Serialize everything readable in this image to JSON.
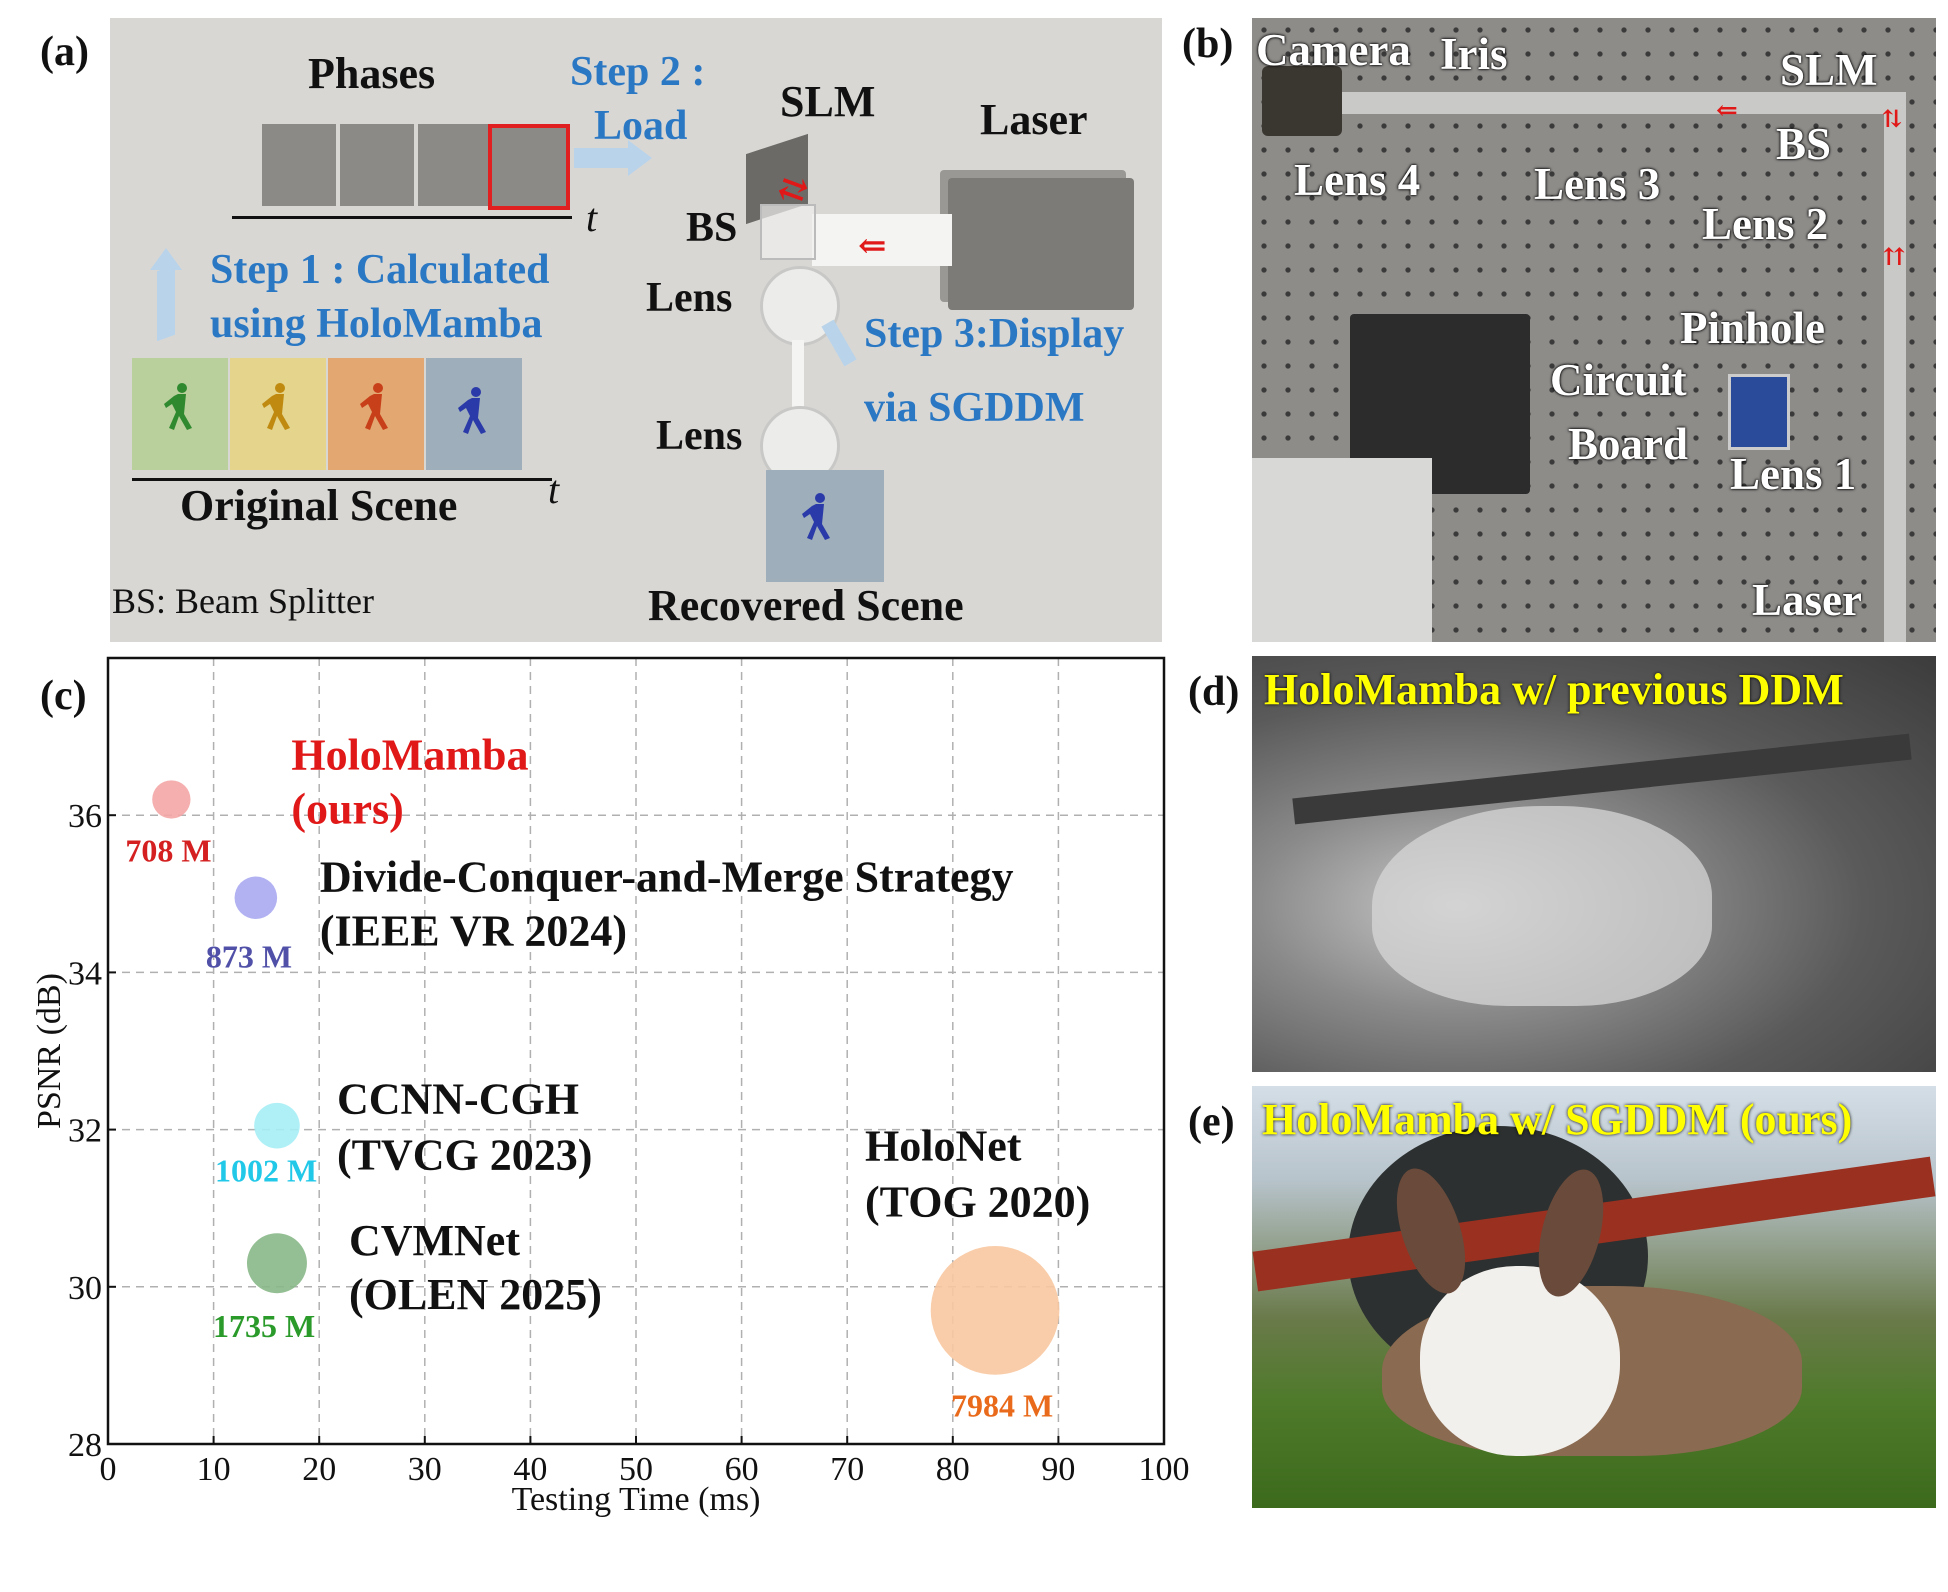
{
  "panels": {
    "a": {
      "label": "(a)",
      "phases_title": "Phases",
      "step2": "Step 2 :",
      "step2_b": "Load",
      "slm": "SLM",
      "laser": "Laser",
      "bs": "BS",
      "lens_top": "Lens",
      "lens_bottom": "Lens",
      "step1_a": "Step  1  : Calculated",
      "step1_b": "using  HoloMamba",
      "step3_a": "Step 3:Display",
      "step3_b": "via SGDDM",
      "original_scene": "Original Scene",
      "recovered_scene": "Recovered Scene",
      "footnote": "BS: Beam Splitter",
      "t_axis": "t"
    },
    "b": {
      "label": "(b)",
      "labels": {
        "camera": "Camera",
        "iris": "Iris",
        "slm": "SLM",
        "bs": "BS",
        "lens4": "Lens 4",
        "lens3": "Lens 3",
        "lens2": "Lens 2",
        "pinhole": "Pinhole",
        "circuit": "Circuit",
        "board": "Board",
        "lens1": "Lens 1",
        "laser": "Laser"
      }
    },
    "c": {
      "label": "(c)"
    },
    "d": {
      "label": "(d)",
      "caption": "HoloMamba w/ previous DDM"
    },
    "e": {
      "label": "(e)",
      "caption": "HoloMamba w/ SGDDM (ours)"
    }
  },
  "chart_data": {
    "type": "scatter",
    "xlabel": "Testing Time (ms)",
    "ylabel": "PSNR (dB)",
    "xlim": [
      0,
      100
    ],
    "ylim": [
      28,
      38
    ],
    "xticks": [
      0,
      10,
      20,
      30,
      40,
      50,
      60,
      70,
      80,
      90,
      100
    ],
    "yticks": [
      28,
      30,
      32,
      34,
      36
    ],
    "grid": true,
    "points": [
      {
        "name": "HoloMamba",
        "sub": "(ours)",
        "x": 6,
        "y": 36.2,
        "params": "708 M",
        "color": "#f4a6a6",
        "label_color": "#e01818",
        "params_color": "#d42020"
      },
      {
        "name": "Divide-Conquer-and-Merge Strategy",
        "sub": "(IEEE VR 2024)",
        "x": 14,
        "y": 34.95,
        "params": "873 M",
        "color": "#aaaaf2",
        "label_color": "#111111",
        "params_color": "#5050a8"
      },
      {
        "name": "CCNN-CGH",
        "sub": "(TVCG 2023)",
        "x": 16,
        "y": 32.05,
        "params": "1002 M",
        "color": "#a6eef6",
        "label_color": "#111111",
        "params_color": "#22c8e8"
      },
      {
        "name": "CVMNet",
        "sub": "(OLEN 2025)",
        "x": 16,
        "y": 30.3,
        "params": "1735 M",
        "color": "#88b888",
        "label_color": "#111111",
        "params_color": "#2a9a2a"
      },
      {
        "name": "HoloNet",
        "sub": "(TOG 2020)",
        "x": 84,
        "y": 29.7,
        "params": "7984 M",
        "color": "#f8c8a0",
        "label_color": "#111111",
        "params_color": "#e86a1a"
      }
    ]
  }
}
